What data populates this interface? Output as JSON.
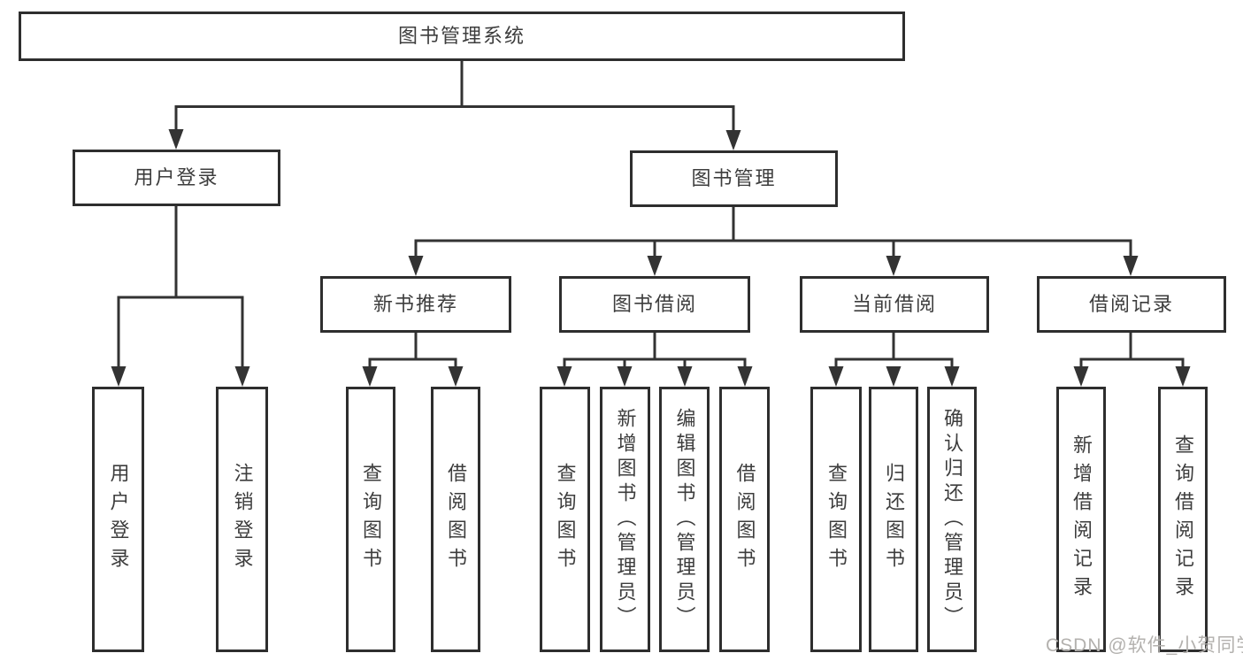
{
  "diagram": {
    "title_node": "图书管理系统",
    "level2": {
      "user_login": "用户登录",
      "book_mgmt": "图书管理"
    },
    "level3": {
      "new_book_rec": "新书推荐",
      "book_borrow": "图书借阅",
      "current_borrow": "当前借阅",
      "borrow_records": "借阅记录"
    },
    "leaves": {
      "login_user_login": "用户登录",
      "login_logout": "注销登录",
      "rec_query_books": "查询图书",
      "rec_borrow_books": "借阅图书",
      "bb_query_books": "查询图书",
      "bb_add_books_admin": "新增图书（管理员）",
      "bb_edit_books_admin": "编辑图书（管理员）",
      "bb_borrow_books": "借阅图书",
      "cb_query_books": "查询图书",
      "cb_return_books": "归还图书",
      "cb_confirm_return_admin": "确认归还（管理员）",
      "br_add_record": "新增借阅记录",
      "br_query_record": "查询借阅记录"
    }
  },
  "watermark": "CSDN @软件_小贺同学",
  "colors": {
    "line": "#333333",
    "box_border": "#2e2e2e",
    "text": "#3d3d3d",
    "watermark": "#b3b1ae",
    "background": "#ffffff"
  }
}
